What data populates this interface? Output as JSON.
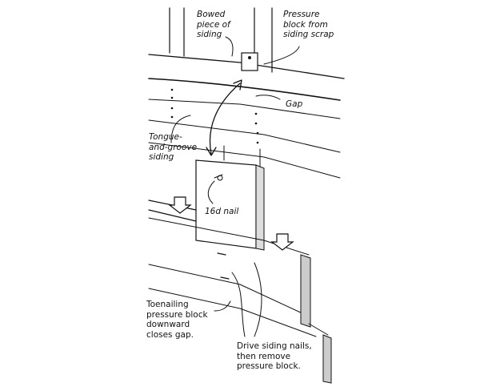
{
  "figure": {
    "title": "Closing a gap in bowed tongue-and-groove siding with a pressure block",
    "colors": {
      "ink": "#111111",
      "background": "#ffffff"
    }
  },
  "labels": {
    "bowed_siding": "Bowed\npiece of\nsiding",
    "pressure_block": "Pressure\nblock from\nsiding scrap",
    "gap": "Gap",
    "tongue_groove": "Tongue-\nand-groove\nsiding",
    "nail_16d": "16d nail",
    "toenailing": "Toenailing\npressure block\ndownward\ncloses gap.",
    "drive_nails": "Drive siding nails,\nthen remove\npressure block."
  },
  "icons": {
    "down_arrows": [
      "down-arrow-icon",
      "down-arrow-icon"
    ],
    "double_arrow": "double-headed-arrow-icon"
  }
}
